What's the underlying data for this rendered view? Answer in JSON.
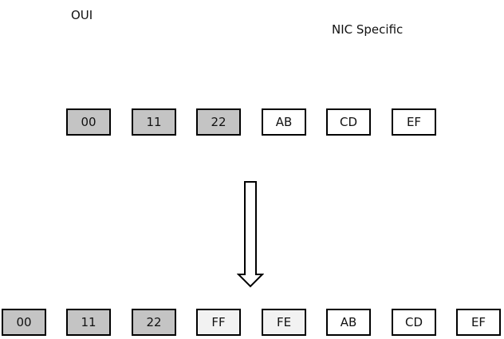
{
  "labels": {
    "oui": "OUI",
    "nic": "NIC Specific"
  },
  "mac_row": [
    "00",
    "11",
    "22",
    "AB",
    "CD",
    "EF"
  ],
  "eui_row": [
    "00",
    "11",
    "22",
    "FF",
    "FE",
    "AB",
    "CD",
    "EF"
  ],
  "colors": {
    "oui_fill": "#c4c4c4",
    "inserted_fill": "#f2f2f2",
    "default_fill": "#ffffff",
    "border": "#000000"
  }
}
